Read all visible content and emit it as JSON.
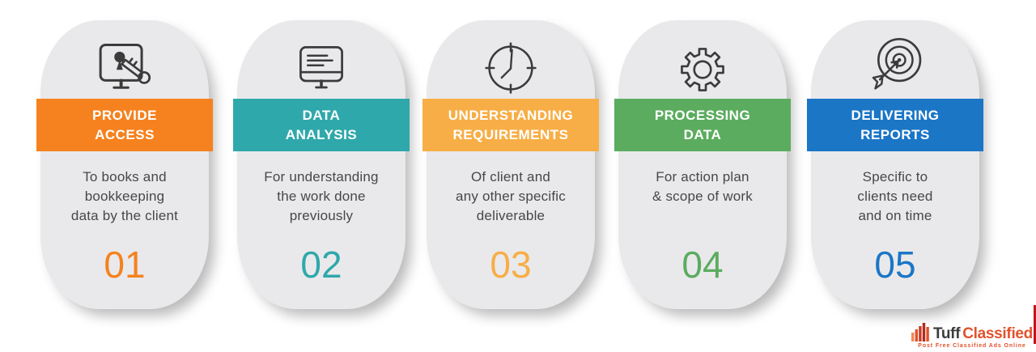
{
  "steps_chart": {
    "type": "process-infographic",
    "step_count": 5
  },
  "cards": [
    {
      "icon": "monitor-key-icon",
      "title": "PROVIDE\nACCESS",
      "description": "To books and\nbookkeeping\ndata by the client",
      "number": "01",
      "color": "#F5821F"
    },
    {
      "icon": "monitor-lines-icon",
      "title": "DATA\nANALYSIS",
      "description": "For understanding\nthe work done\npreviously",
      "number": "02",
      "color": "#2FA8AB"
    },
    {
      "icon": "clock-icon",
      "title": "UNDERSTANDING\nREQUIREMENTS",
      "description": "Of client and\nany other specific\ndeliverable",
      "number": "03",
      "color": "#F7AE46"
    },
    {
      "icon": "gear-icon",
      "title": "PROCESSING\nDATA",
      "description": "For action plan\n& scope of work",
      "number": "04",
      "color": "#5BAC5F"
    },
    {
      "icon": "target-dart-icon",
      "title": "DELIVERING\nREPORTS",
      "description": "Specific to\nclients need\nand on time",
      "number": "05",
      "color": "#1B76C6"
    }
  ],
  "logo": {
    "icon": "bars-logo-icon",
    "tuff": "Tuff",
    "classified": "Classified",
    "tagline": "Post Free Classified Ads Online",
    "tuff_color": "#3B3B3B",
    "classified_color": "#E2512B",
    "tagline_color": "#E2512B"
  },
  "edge_mark_color": "#C0151C",
  "card_background": "#E9E9EB",
  "description_text_color": "#474747"
}
